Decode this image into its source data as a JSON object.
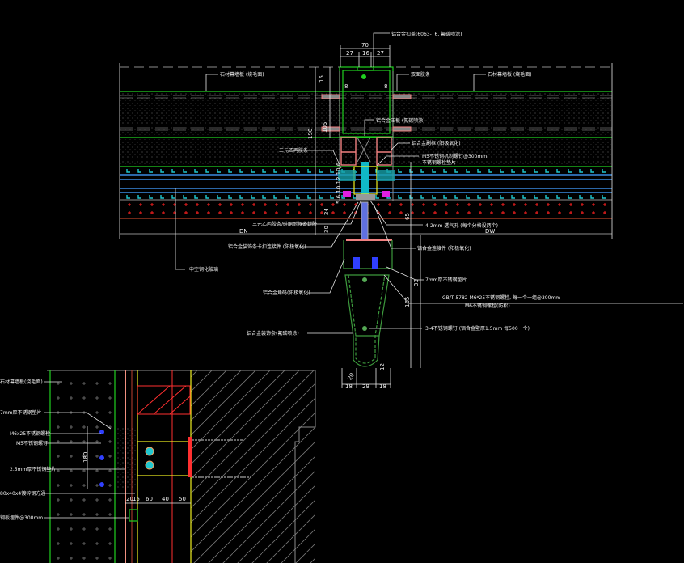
{
  "drawing": {
    "plan_section": {
      "labels": {
        "cover_cap": "铝合金扣盖(6063-T6, 氟碳喷涂)",
        "tape": "双面胶条",
        "stone_left": "石材幕墙板 (烧毛面)",
        "stone_right": "石材幕墙板 (烧毛面)",
        "pressure_plate": "铝合金压板 (氟碳喷涂)",
        "aluminum_frame": "铝合金副框 (阳极氧化)",
        "screw_m5": "M5不锈钢机制螺钉@300mm",
        "screw_m5_sub": "不锈钢螺栓垫片",
        "epdm_strip": "三元乙丙胶条",
        "epdm_sealant": "三元乙丙胶条/硅酮耐候密封胶",
        "vent_hole": "4-2mm 透气孔 (每个分格设两个)",
        "glass": "中空钢化玻璃",
        "dn_left": "DN",
        "dn_right": "DW",
        "connector": "铝合金连接件 (阳极氧化)",
        "bolt_cover": "铝合金装饰条卡扣连接件 (阳极氧化)",
        "fin_left": "铝合金角码(阳极氧化)",
        "gasket_7mm": "7mm厚不锈钢垫片",
        "bolt_spec": "GB/T 5782 M6*25不锈钢螺栓, 每一个一组@300mm",
        "bolt_spec_sub": "M6不锈钢螺栓(防松)",
        "fin_profile": "铝合金装饰条(氟碳喷涂)",
        "fin_screw": "3-4不锈钢螺钉 (铝合金壁厚1.5mm 每500一个)"
      },
      "dimensions": {
        "total_width": "70",
        "left": "27",
        "mid": "16",
        "right": "27",
        "gap_l": "8",
        "gap_r": "8",
        "h1": "15",
        "h2": "105",
        "h3": "190",
        "layers": "5 6 10 12 10 6",
        "d24": "24",
        "d30": "30",
        "d65": "65",
        "d33": "33",
        "d165": "165",
        "b18l": "18",
        "b29": "29",
        "b18r": "18",
        "b12": "12",
        "b20": "20"
      }
    },
    "detail_section": {
      "labels": {
        "stone": "石材幕墙板(烧毛面)",
        "gasket": "7mm厚不锈钢垫片",
        "bolt": "M6x25不锈钢螺栓",
        "screw": "M5不锈钢螺钉",
        "gasket_thin": "2.5mm厚不锈钢垫片",
        "tube": "80x40x4镀锌钢方通",
        "embed": "钢板埋件@300mm"
      },
      "dimensions": {
        "height": "180",
        "d20": "20",
        "d15": "15",
        "d60": "60",
        "d40": "40",
        "d50": "50"
      }
    }
  }
}
